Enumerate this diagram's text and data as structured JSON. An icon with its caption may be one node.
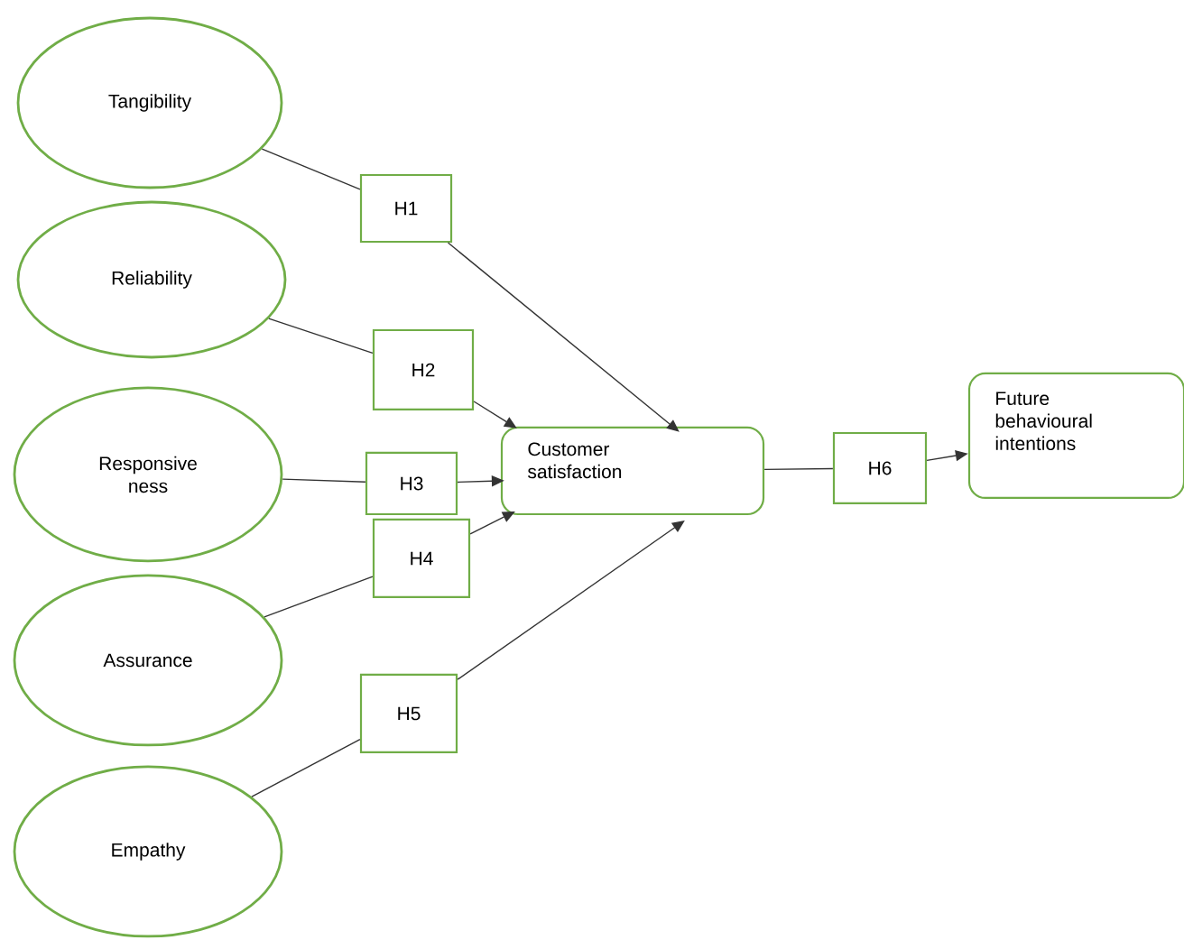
{
  "diagram": {
    "nodes": [
      {
        "text": [
          "Tangibility"
        ]
      },
      {
        "text": [
          "Reliability"
        ]
      },
      {
        "text": [
          "Responsive ness"
        ]
      },
      {
        "text": [
          "Assurance"
        ]
      },
      {
        "text": [
          "Empathy"
        ]
      },
      {
        "text": [
          "Customer satisfaction"
        ]
      },
      {
        "text": [
          "Future behavioural intentions"
        ]
      },
      {
        "text": [
          "H1"
        ]
      },
      {
        "text": [
          "H2"
        ]
      },
      {
        "text": [
          "H3"
        ]
      },
      {
        "text": [
          "H4"
        ]
      },
      {
        "text": [
          "H5"
        ]
      },
      {
        "text": [
          "H6"
        ]
      }
    ],
    "edges": [
      {
        "from": 0,
        "to": 7,
        "arrow": "none"
      },
      {
        "from": 7,
        "to": 5,
        "arrow": "to"
      },
      {
        "from": 1,
        "to": 8,
        "arrow": "none"
      },
      {
        "from": 8,
        "to": 5,
        "arrow": "to"
      },
      {
        "from": 2,
        "to": 9,
        "arrow": "none"
      },
      {
        "from": 9,
        "to": 5,
        "arrow": "to"
      },
      {
        "from": 3,
        "to": 10,
        "arrow": "none"
      },
      {
        "from": 10,
        "to": 5,
        "arrow": "to"
      },
      {
        "from": 4,
        "to": 11,
        "arrow": "none"
      },
      {
        "from": 11,
        "to": 5,
        "arrow": "to"
      },
      {
        "from": 5,
        "to": 12,
        "arrow": "none"
      },
      {
        "from": 12,
        "to": 6,
        "arrow": "to"
      }
    ]
  }
}
